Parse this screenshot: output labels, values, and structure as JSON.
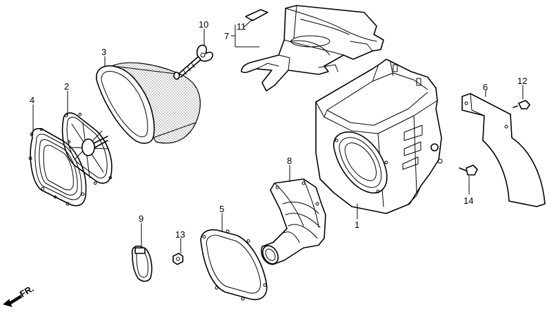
{
  "labels": {
    "p1": "1",
    "p2": "2",
    "p3": "3",
    "p4": "4",
    "p5": "5",
    "p6": "6",
    "p7": "7",
    "p8": "8",
    "p9": "9",
    "p10": "10",
    "p11": "11",
    "p12": "12",
    "p13": "13",
    "p14": "14"
  },
  "direction_marker": "FR."
}
